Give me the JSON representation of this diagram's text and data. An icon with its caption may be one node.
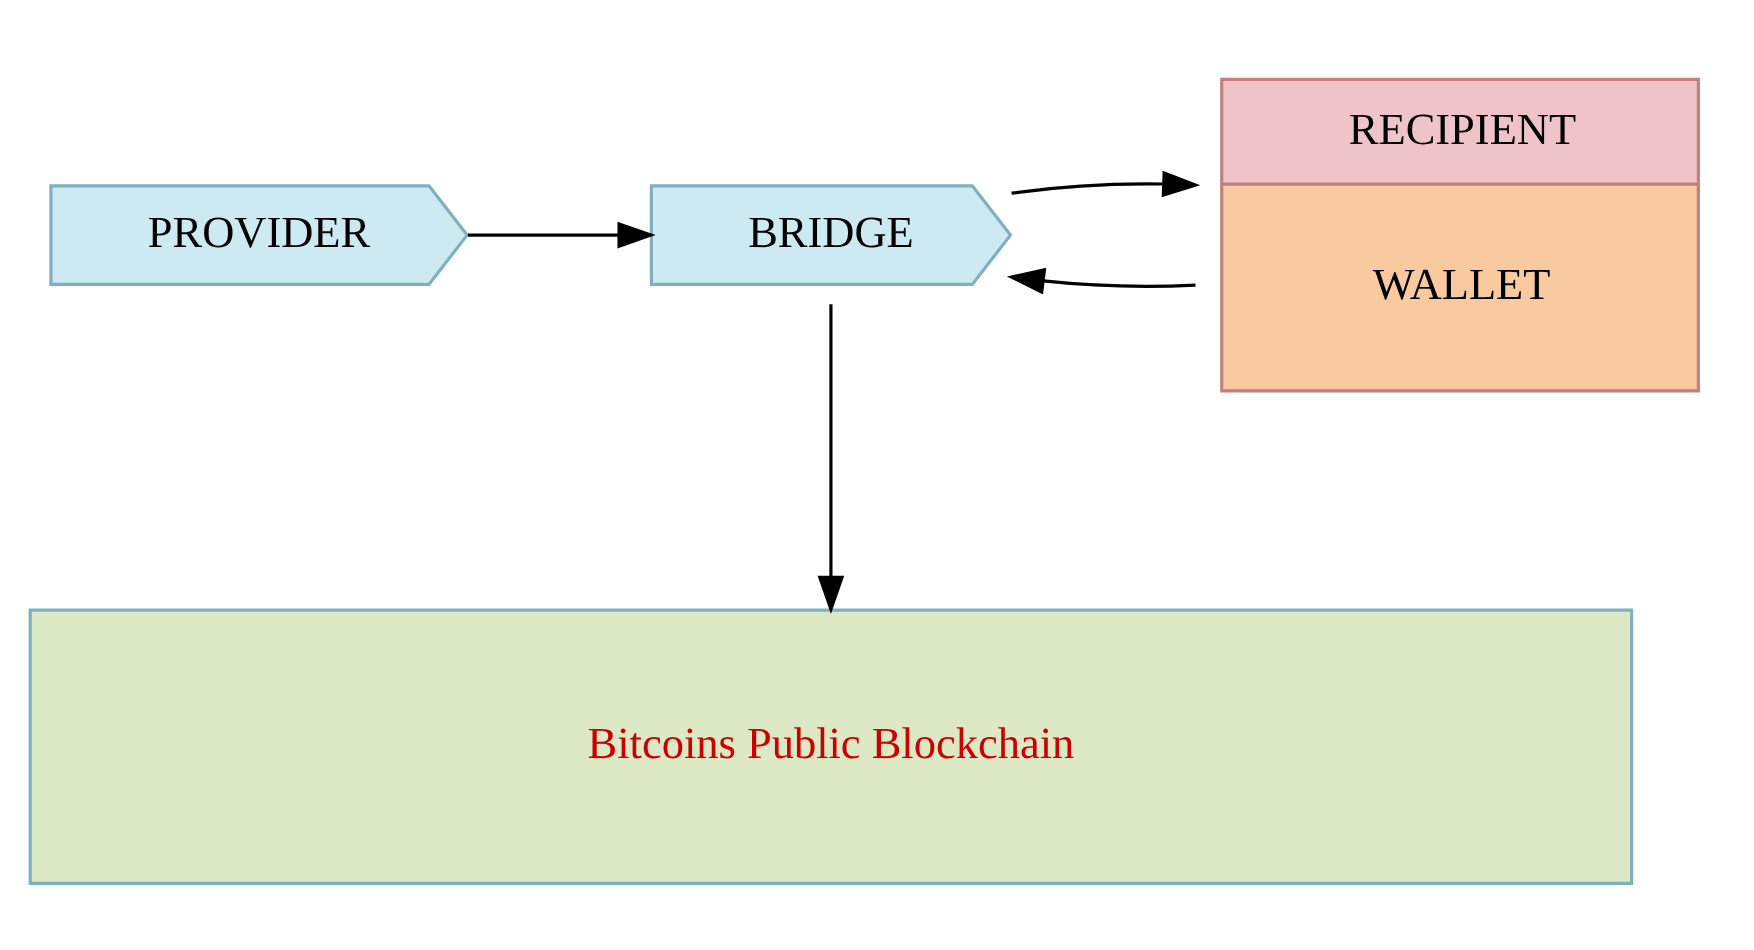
{
  "diagram": {
    "nodes": [
      {
        "text": [
          "PROVIDER"
        ]
      },
      {
        "text": [
          "BRIDGE"
        ]
      },
      {
        "text": [
          "RECIPIENT",
          "WALLET"
        ]
      },
      {
        "text": [
          "Bitcoins Public Blockchain"
        ]
      }
    ],
    "edges": [
      {
        "from": 0,
        "to": 1,
        "arrow": "to"
      },
      {
        "from": 2,
        "to": 1,
        "arrow": "to"
      },
      {
        "from": 1,
        "to": 3,
        "arrow": "to"
      },
      {
        "from": 1,
        "to": 2,
        "arrow": "to"
      }
    ]
  }
}
